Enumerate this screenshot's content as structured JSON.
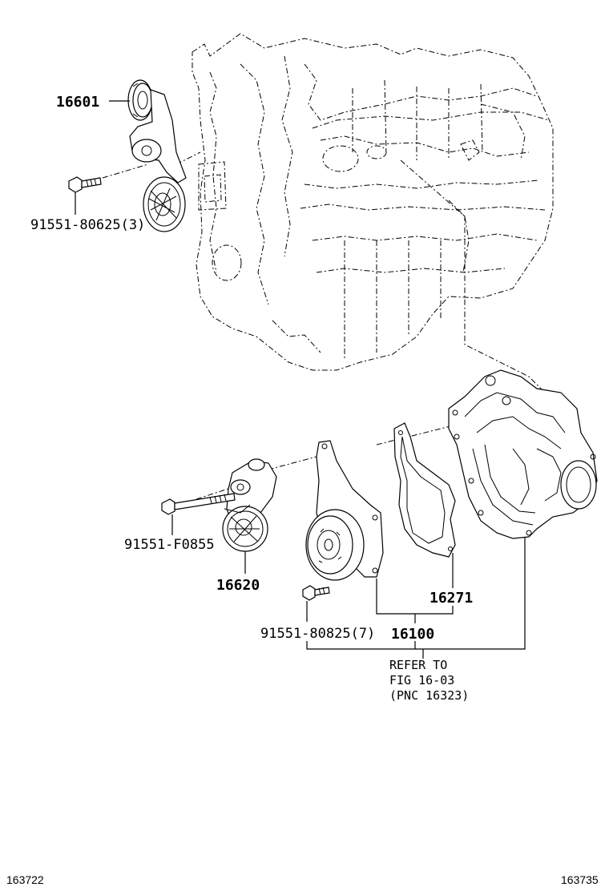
{
  "parts": {
    "idler_pulley": "16601",
    "bolt_upper": "91551-80625(3)",
    "bolt_tensioner": "91551-F0855",
    "tensioner": "16620",
    "gasket": "16271",
    "bolt_pump": "91551-80825(7)",
    "water_pump_assy": "16100"
  },
  "reference": {
    "line1": "REFER TO",
    "line2": "FIG 16-03",
    "line3": "(PNC 16323)"
  },
  "footer": {
    "left_code": "163722",
    "right_code": "163735"
  }
}
